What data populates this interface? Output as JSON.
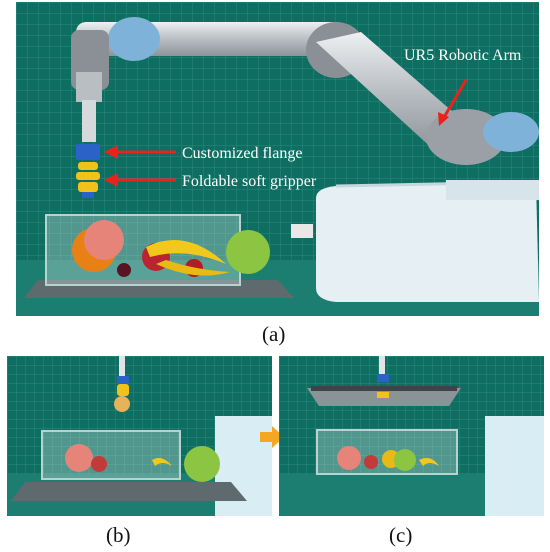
{
  "figure": {
    "panels": [
      {
        "id": "a",
        "label": "(a)"
      },
      {
        "id": "b",
        "label": "(b)"
      },
      {
        "id": "c",
        "label": "(c)"
      }
    ],
    "annotations": {
      "arm": "UR5 Robotic Arm",
      "flange": "Customized flange",
      "gripper": "Foldable soft gripper"
    },
    "colors": {
      "background_teal": "#0f6e62",
      "grid_line": "#2b8a7c",
      "floor": "#1c7e70",
      "arm_silver": "#c8ccd0",
      "arm_joint_gray": "#8a9096",
      "arm_cap_blue": "#7fb2d8",
      "arrow_red": "#e8221c",
      "gripper_yellow": "#f0c21a",
      "flange_blue": "#2a62c8",
      "base_white": "#e6f0f4",
      "transfer_arrow": "#f5a623"
    }
  }
}
